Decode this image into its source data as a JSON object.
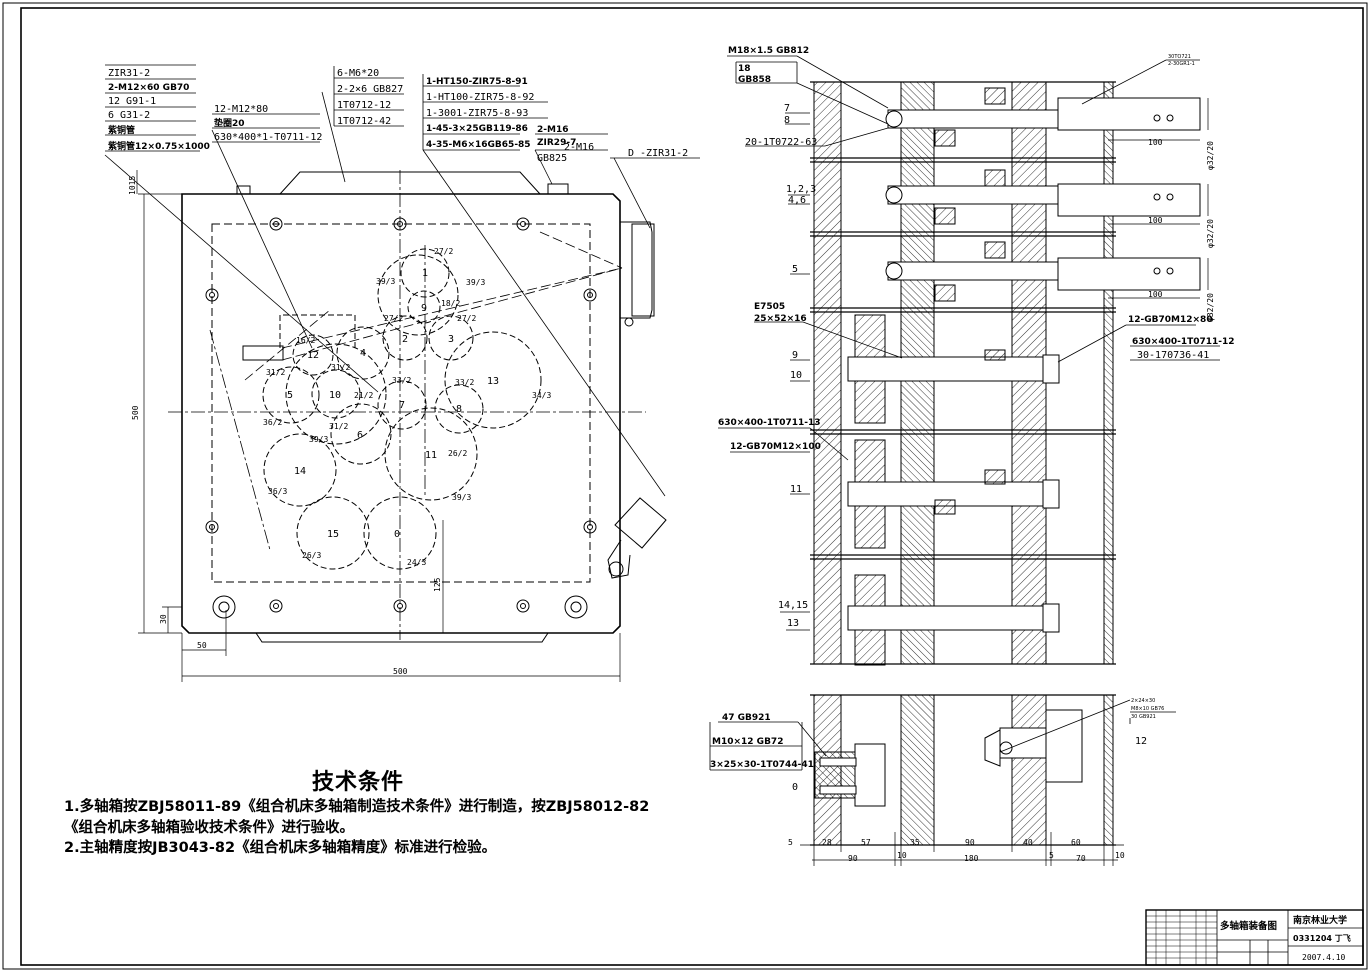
{
  "drawing": {
    "front_view": {
      "callouts": {
        "c1": [
          "ZIR31-2",
          "2-M12×60  GB70",
          "12  G91-1",
          "6  G31-2",
          "紫铜管",
          "紫铜管12×0.75×1000"
        ],
        "c2": [
          "12-M12*80",
          "垫圈20",
          "630*400*1-T0711-12"
        ],
        "c3": [
          "6-M6*20",
          "2-2×6  GB827",
          "1T0712-12",
          "1T0712-42"
        ],
        "c4": [
          "1-HT150-ZIR75-8-91",
          "1-HT100-ZIR75-8-92",
          "1-3001-ZIR75-8-93",
          "1-45-3×25GB119-86",
          "4-35-M6×16GB65-85"
        ],
        "c5": [
          "2-M16",
          "ZIR29-7",
          "2-M16",
          "GB825"
        ],
        "c6": "D -ZIR31-2"
      },
      "gears": [
        {
          "n": "1",
          "ratio": "27/2"
        },
        {
          "n": "9",
          "ratio": "18/2"
        },
        {
          "n": "2",
          "ratio": "27/2"
        },
        {
          "n": "3",
          "ratio": "27/2"
        },
        {
          "n": "4",
          "ratio": "39/3"
        },
        {
          "n": "12",
          "ratio": "16/2"
        },
        {
          "n": "5",
          "ratio": "31/2"
        },
        {
          "n": "10",
          "ratio": "31/2"
        },
        {
          "n": "6",
          "ratio": "31/2"
        },
        {
          "n": "7",
          "ratio": "33/2"
        },
        {
          "n": "8",
          "ratio": "33/2"
        },
        {
          "n": "13",
          "ratio": "34/3"
        },
        {
          "n": "11",
          "ratio": "26/2"
        },
        {
          "n": "14",
          "ratio": "36/3"
        },
        {
          "n": "15",
          "ratio": "26/3"
        },
        {
          "n": "0",
          "ratio": "24/3"
        }
      ],
      "extra_ratios": [
        "39/3",
        "36/2",
        "39/3",
        "21/2",
        "39/3"
      ],
      "dims": {
        "height": "500",
        "width": "500",
        "left_offset": "50",
        "bottom_offset": "30",
        "dim_125": "125",
        "dim_1015": "1015"
      }
    },
    "section_view": {
      "labels": {
        "a": "M18×1.5 GB812",
        "b": "18",
        "c": "GB858",
        "d": "7",
        "e": "8",
        "f": "20-1T0722-63",
        "g": "1,2,3",
        "h": "4,6",
        "i": "5",
        "j": "E7505",
        "k": "25×52×16",
        "l": "9",
        "m": "10",
        "n": "630×400-1T0711-13",
        "o": "12-GB70M12×100",
        "p": "11",
        "q": "14,15",
        "r": "13",
        "s": "12-GB70M12×80",
        "t": "630×400-1T0711-12",
        "u": "30-170736-41",
        "v": "47  GB921",
        "w": "M10×12  GB72",
        "x": "3×25×30-1T0744-41",
        "y": "0",
        "z": "12"
      },
      "top_right_note": [
        "30TO721",
        "2-30GR1-1"
      ],
      "spindle": {
        "len": "100",
        "dia": "φ32/20"
      },
      "small_note": [
        "2×24×30",
        "M8×10  GB76",
        "30  GB921"
      ],
      "bottom_dims": [
        "5",
        "28",
        "57",
        "35",
        "90",
        "40",
        "60",
        "10"
      ],
      "bottom_dims2": [
        "90",
        "10",
        "180",
        "5",
        "70"
      ]
    }
  },
  "notes": {
    "title": "技术条件",
    "line1": "1.多轴箱按ZBJ58011-89《组合机床多轴箱制造技术条件》进行制造，按ZBJ58012-82",
    "line2": "《组合机床多轴箱验收技术条件》进行验收。",
    "line3": "2.主轴精度按JB3043-82《组合机床多轴箱精度》标准进行检验。"
  },
  "title_block": {
    "drawing_name": "多轴箱装备图",
    "school": "南京林业大学",
    "author": "0331204  丁飞",
    "date": "2007.4.10"
  }
}
